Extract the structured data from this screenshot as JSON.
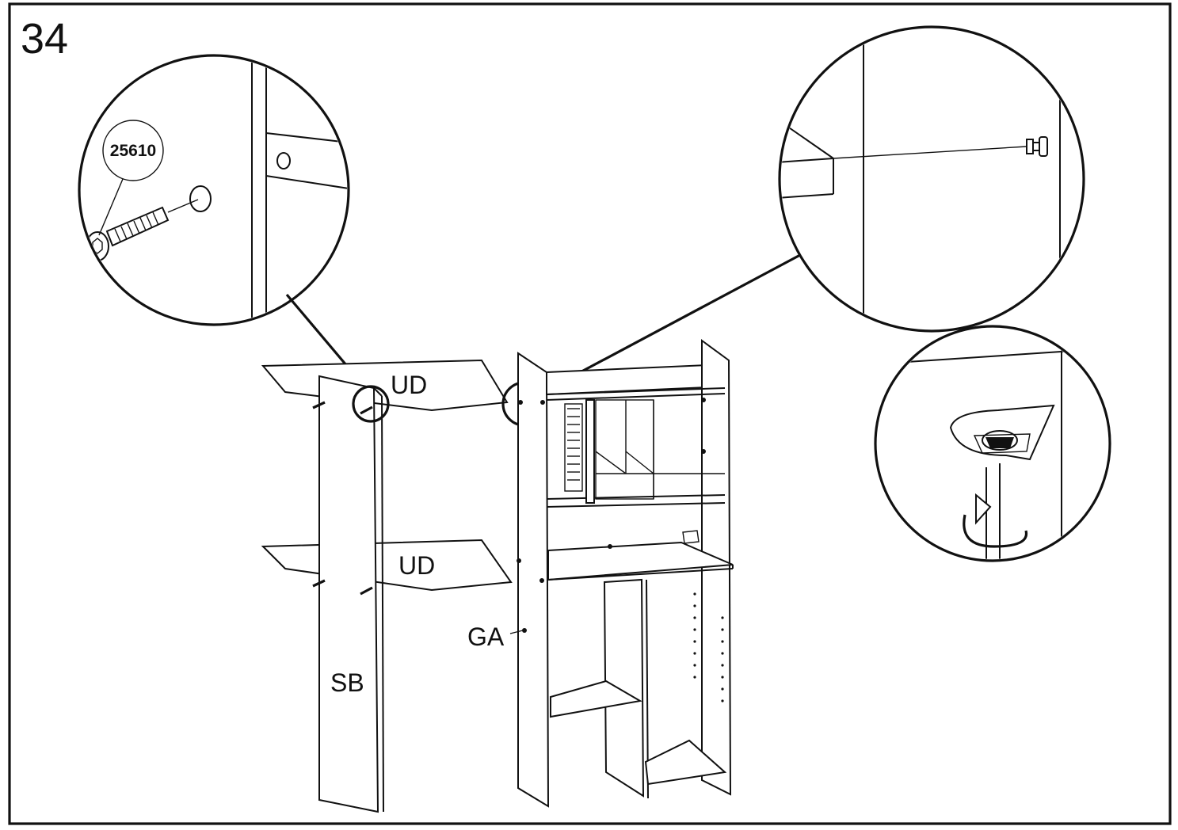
{
  "step_number": "34",
  "part_labels": {
    "upper_shelf": "UD",
    "lower_shelf": "UD",
    "side_board": "SB",
    "gable": "GA"
  },
  "hardware_code": "25610"
}
